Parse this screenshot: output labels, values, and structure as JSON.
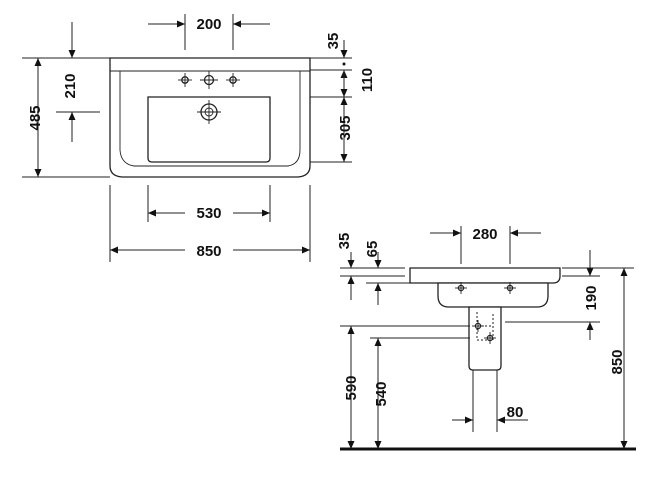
{
  "top_view": {
    "tap_spacing": "200",
    "rim_offset": "35",
    "tap_hole_depth": "210",
    "tap_to_bowl": "110",
    "overall_depth": "485",
    "bowl_depth": "305",
    "bowl_width": "530",
    "overall_width": "850"
  },
  "side_view": {
    "pedestal_width": "280",
    "rim_thickness": "35",
    "bowl_front_height": "65",
    "basin_drop": "190",
    "rim_height": "850",
    "waste_height": "590",
    "pedestal_top_height": "540",
    "pedestal_foot_width": "80"
  }
}
